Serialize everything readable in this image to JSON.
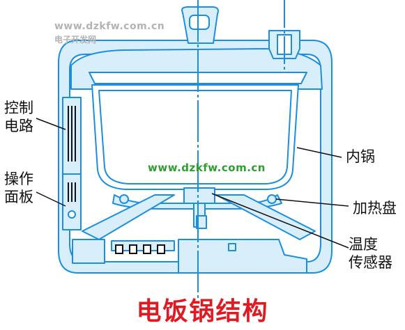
{
  "watermarks": {
    "top_url": "www.dzkfw.com.cn",
    "top_cn": "电子开发网",
    "center_url": "www.dzkfw.com.cn"
  },
  "labels": {
    "control_circuit": [
      "控制",
      "电路"
    ],
    "operation_panel": [
      "操作",
      "面板"
    ],
    "inner_pot": "内锅",
    "heating_plate": "加热盘",
    "temp_sensor": [
      "温度",
      "传感器"
    ]
  },
  "title": "电饭锅结构",
  "colors": {
    "outline": "#1a8fe0",
    "fill": "#d9eefb",
    "pot_fill": "#ffffff",
    "axis": "#1a8fe0",
    "leader": "#111111",
    "title": "#e01a22",
    "watermark_center": "#2e9e2e"
  }
}
